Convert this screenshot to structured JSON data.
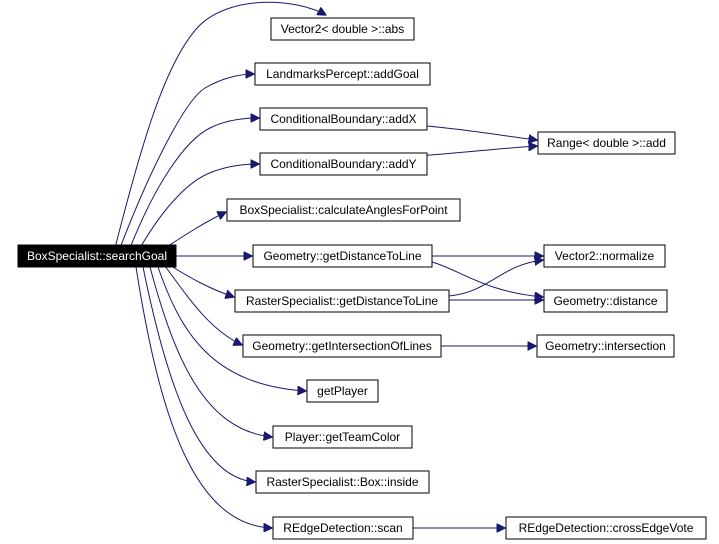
{
  "graph": {
    "root": "BoxSpecialist::searchGoal",
    "colors": {
      "edge": "#191970",
      "root_fill": "#000000",
      "root_text": "#ffffff",
      "node_fill": "#ffffff",
      "node_border": "#000000"
    },
    "nodes": {
      "root": "BoxSpecialist::searchGoal",
      "abs": "Vector2< double >::abs",
      "addGoal": "LandmarksPercept::addGoal",
      "addX": "ConditionalBoundary::addX",
      "addY": "ConditionalBoundary::addY",
      "calcAngles": "BoxSpecialist::calculateAnglesForPoint",
      "geoDistLine": "Geometry::getDistanceToLine",
      "rasterDistLine": "RasterSpecialist::getDistanceToLine",
      "geoIntersectLines": "Geometry::getIntersectionOfLines",
      "getPlayer": "getPlayer",
      "getTeamColor": "Player::getTeamColor",
      "boxInside": "RasterSpecialist::Box::inside",
      "edgeScan": "REdgeDetection::scan",
      "rangeAdd": "Range< double >::add",
      "normalize": "Vector2::normalize",
      "distance": "Geometry::distance",
      "intersection": "Geometry::intersection",
      "crossEdgeVote": "REdgeDetection::crossEdgeVote"
    },
    "edges": [
      [
        "root",
        "abs"
      ],
      [
        "root",
        "addGoal"
      ],
      [
        "root",
        "addX"
      ],
      [
        "root",
        "addY"
      ],
      [
        "root",
        "calcAngles"
      ],
      [
        "root",
        "geoDistLine"
      ],
      [
        "root",
        "rasterDistLine"
      ],
      [
        "root",
        "geoIntersectLines"
      ],
      [
        "root",
        "getPlayer"
      ],
      [
        "root",
        "getTeamColor"
      ],
      [
        "root",
        "boxInside"
      ],
      [
        "root",
        "edgeScan"
      ],
      [
        "addX",
        "rangeAdd"
      ],
      [
        "addY",
        "rangeAdd"
      ],
      [
        "geoDistLine",
        "normalize"
      ],
      [
        "geoDistLine",
        "distance"
      ],
      [
        "rasterDistLine",
        "normalize"
      ],
      [
        "rasterDistLine",
        "distance"
      ],
      [
        "geoIntersectLines",
        "intersection"
      ],
      [
        "edgeScan",
        "crossEdgeVote"
      ]
    ]
  }
}
